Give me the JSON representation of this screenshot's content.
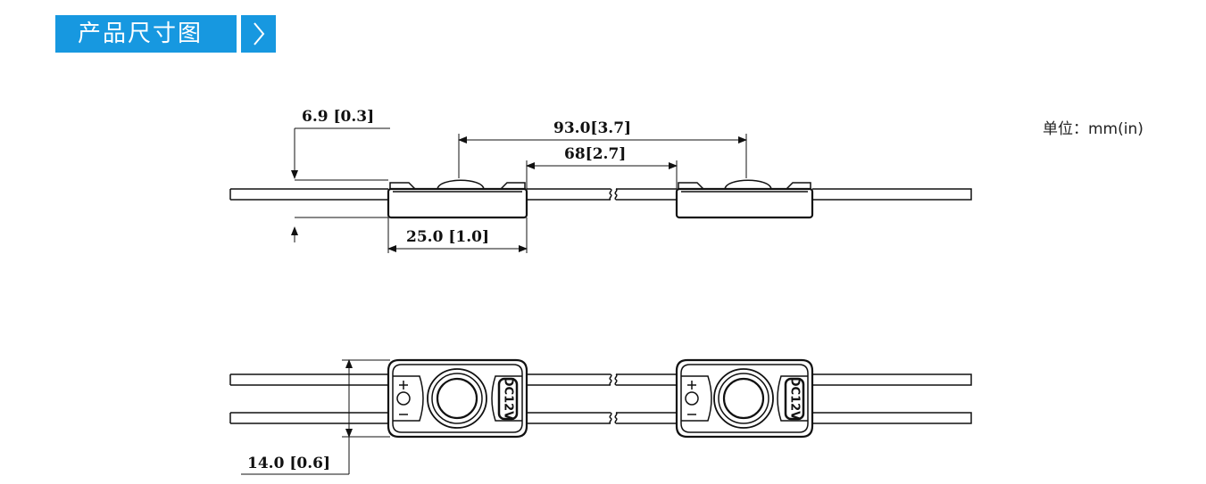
{
  "header": {
    "title": "产品尺寸图",
    "arrow_icon": "chevron-right-icon",
    "color": "#1798e0"
  },
  "unit_label": "单位：mm(in)",
  "dimensions": {
    "height": "6.9 [0.3]",
    "pitch_outer": "93.0[3.7]",
    "pitch_inner": "68[2.7]",
    "length": "25.0 [1.0]",
    "width": "14.0 [0.6]"
  },
  "module": {
    "plus": "+",
    "minus": "−",
    "voltage": "DC12V"
  }
}
